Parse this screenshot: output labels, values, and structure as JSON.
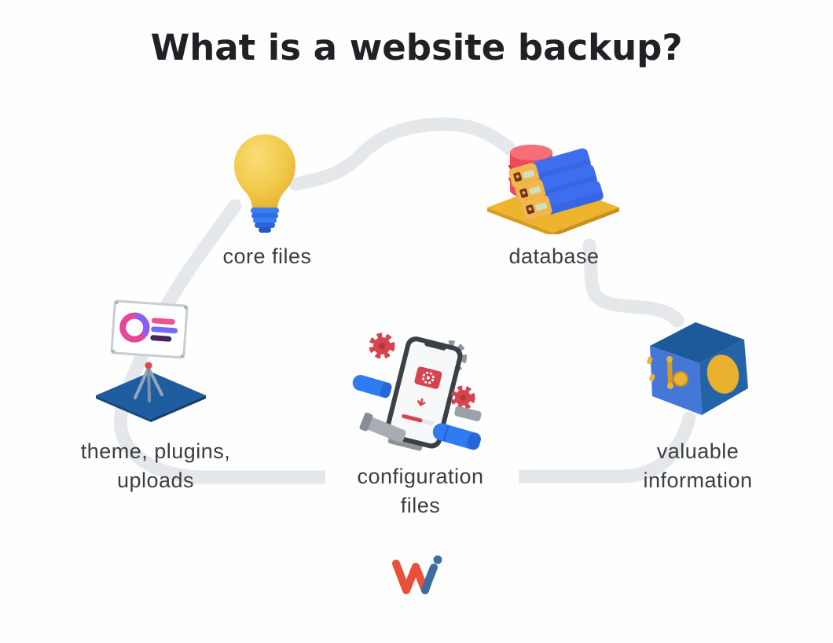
{
  "title": "What is a website backup?",
  "nodes": {
    "core_files": {
      "label": "core files",
      "icon": "lightbulb-icon"
    },
    "database": {
      "label": "database",
      "icon": "database-servers-icon"
    },
    "theme": {
      "line1": "theme, plugins,",
      "line2": "uploads",
      "icon": "presentation-board-icon"
    },
    "config": {
      "line1": "configuration",
      "line2": "files",
      "icon": "phone-gears-icon"
    },
    "valuable": {
      "line1": "valuable",
      "line2": "information",
      "icon": "safe-icon"
    }
  },
  "logo": {
    "name": "wi-brand-logo"
  },
  "colors": {
    "background": "#fefefe",
    "title_text": "#1f2125",
    "label_text": "#3b3d40",
    "connector": "#e4e8eb",
    "accent_yellow": "#f0c243",
    "accent_blue": "#2f6fe4",
    "accent_red": "#ee4a57",
    "platform_yellow": "#efb42e",
    "platform_blue": "#1e5d9f",
    "safe_blue": "#2563a8",
    "logo_red": "#e8503a",
    "logo_blue": "#3e6d9e"
  }
}
